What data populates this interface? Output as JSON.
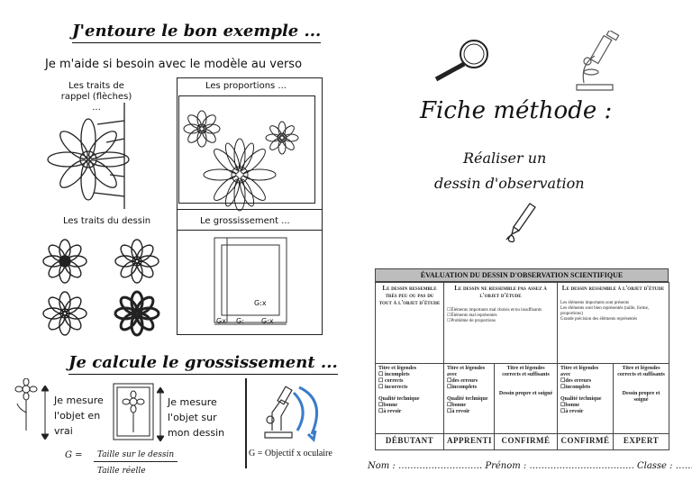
{
  "left": {
    "title1": "J'entoure le bon exemple ...",
    "subtitle": "Je m'aide si besoin avec le modèle au verso",
    "examples": {
      "rappel": "Les traits de rappel (flèches) ...",
      "proportions": "Les proportions ...",
      "dessin": "Les traits du dessin",
      "grossissement": "Le grossissement ..."
    },
    "grid_labels": {
      "a": "Gx",
      "b": "G:",
      "c": "G:x",
      "top": "G:x"
    },
    "title2": "Je calcule le grossissement ...",
    "measure1": [
      "Je mesure",
      "l'objet en",
      "vrai"
    ],
    "measure2": [
      "Je mesure",
      "l'objet sur",
      "mon dessin"
    ],
    "formula": {
      "g": "G =",
      "num": "Taille sur le dessin",
      "den": "Taille réelle"
    },
    "objective": "G = Objectif x oculaire"
  },
  "right": {
    "title": "Fiche méthode :",
    "subtitle1": "Réaliser un",
    "subtitle2": "dessin d'observation",
    "table": {
      "header": "Évaluation du dessin d'observation scientifique",
      "col1": "Le dessin ressemble très peu ou pas du tout à l'objet d'étude",
      "col2": "Le dessin ne ressemble pas assez à l'objet d'étude",
      "col2_notes": [
        "Éléments importants mal choisis et/ou insuffisants",
        "Éléments mal représentés",
        "Problème de proportions"
      ],
      "col3": "Le dessin ressemble à l'objet d'étude",
      "col3_notes": [
        "Les éléments importants sont présents",
        "Les éléments sont bien représentés (taille, forme, proportions)",
        "Grande précision des éléments représentés"
      ],
      "rows": {
        "titres": "Titre et légendes",
        "incomplets": "incomplets",
        "corrects": "corrects",
        "incorrects": "incorrects",
        "avec": "avec",
        "des_erreurs": "des erreurs",
        "incomplets2": "incomplets",
        "correct_suff": "corrects et suffisants",
        "qualite": "Qualité technique",
        "bonne": "bonne",
        "a_revoir": "à revoir",
        "dessin_propre": "Dessin propre et soigné"
      },
      "levels": [
        "Débutant",
        "Apprenti",
        "Confirmé",
        "Confirmé",
        "Expert"
      ]
    },
    "footer": "Nom : ………………………. Prénom : …………………………….. Classe : …………"
  }
}
